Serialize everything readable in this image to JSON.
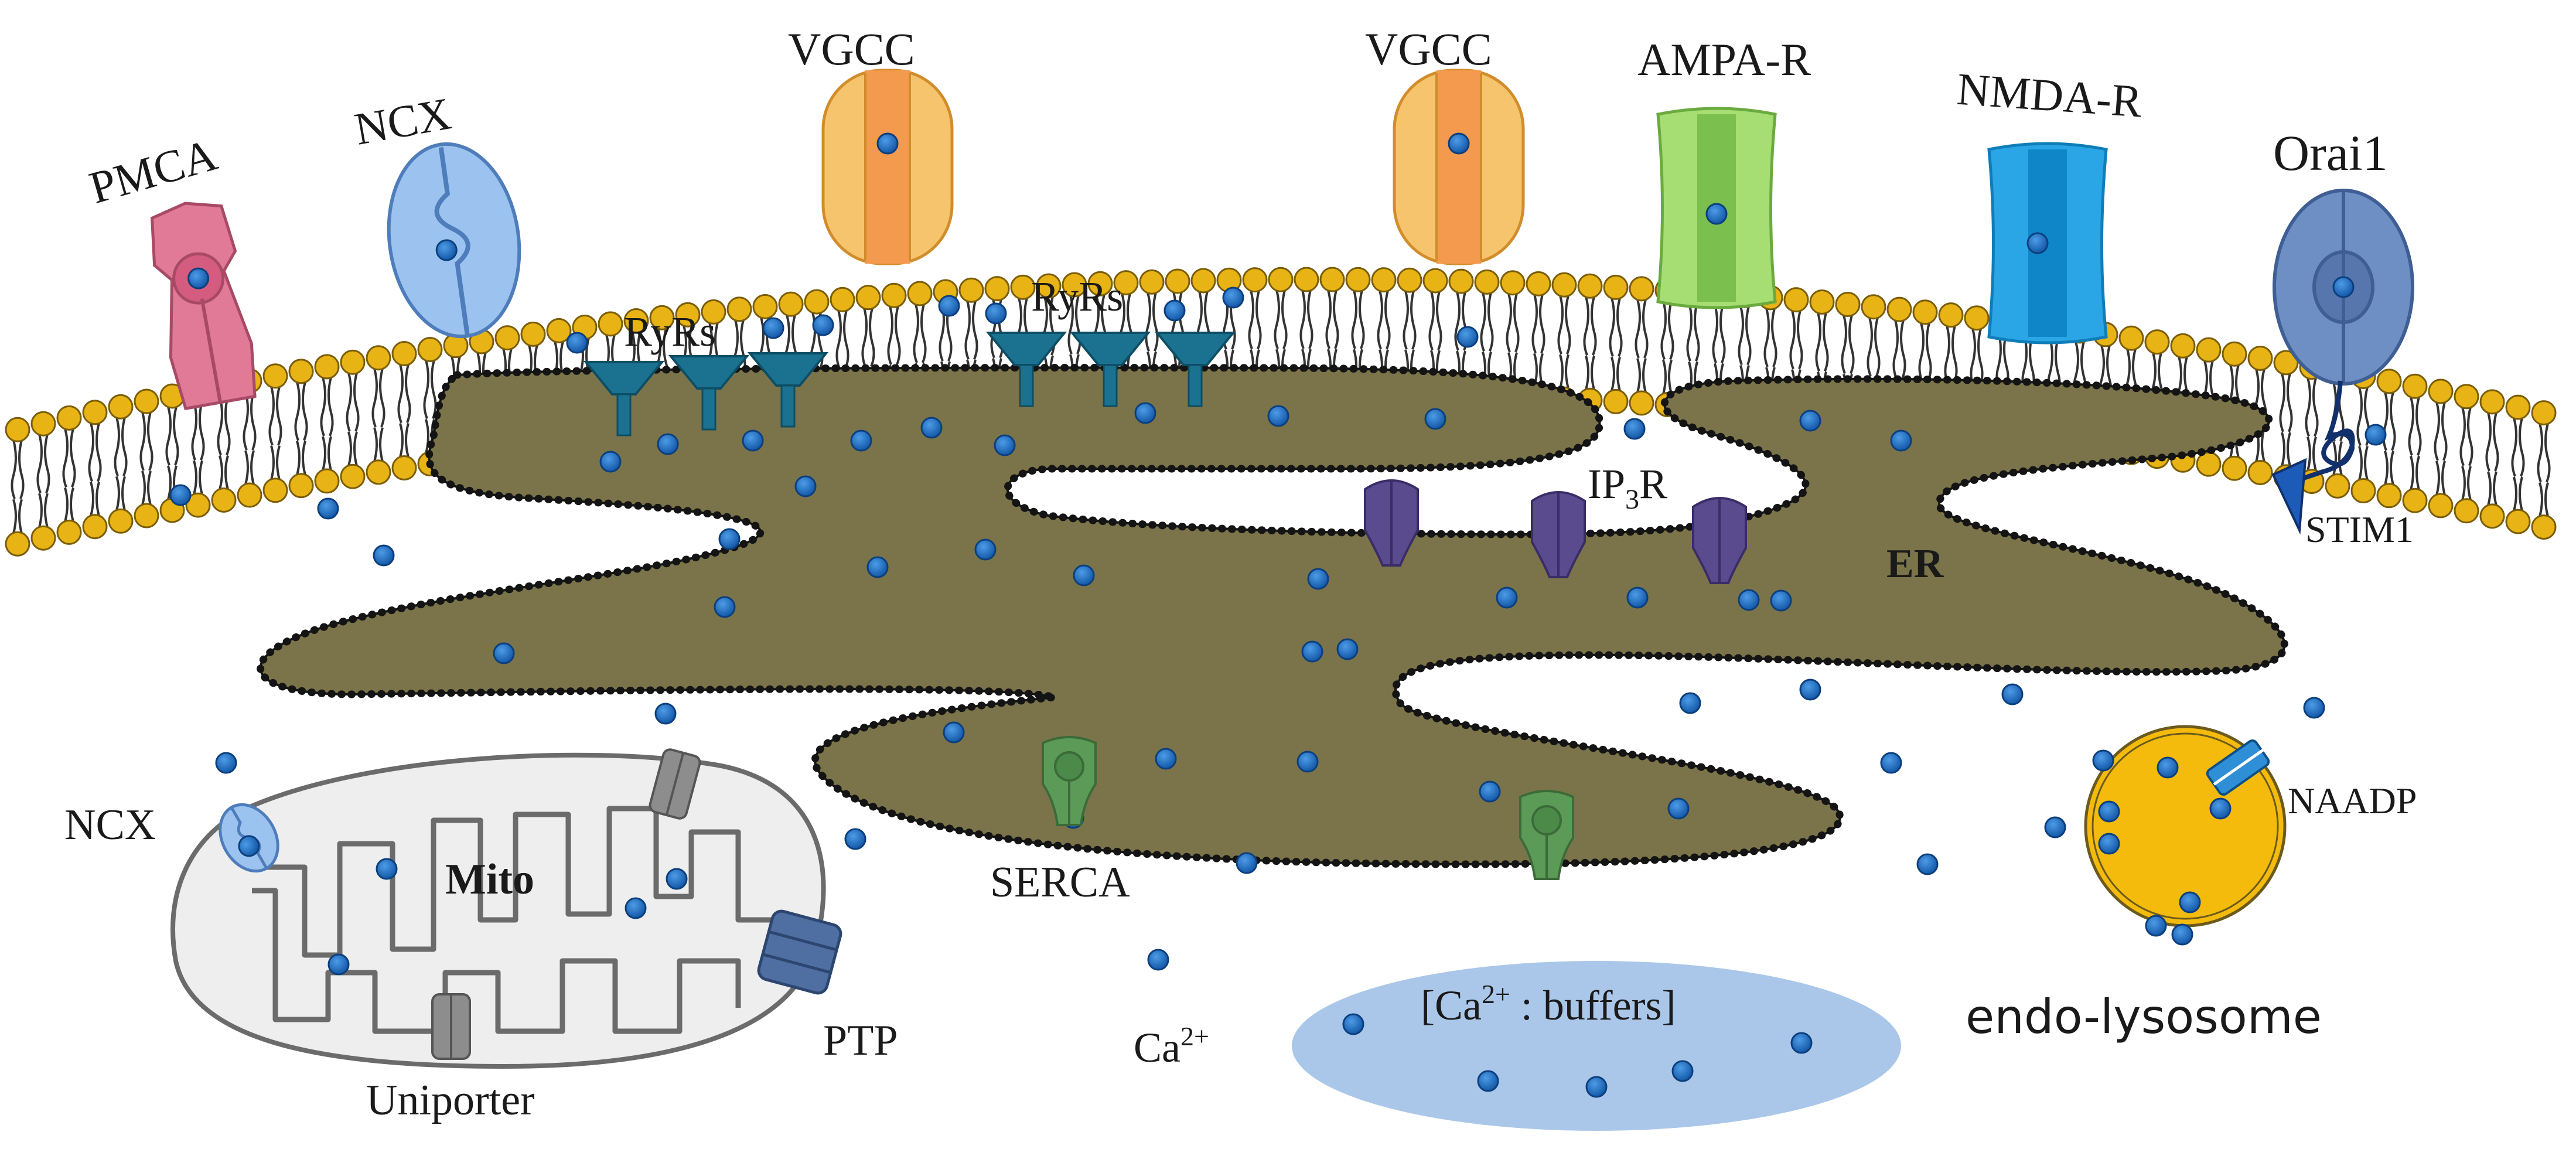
{
  "labels": {
    "pmca": "PMCA",
    "ncx_membrane": "NCX",
    "vgcc_1": "VGCC",
    "vgcc_2": "VGCC",
    "ampa": "AMPA-R",
    "nmda": "NMDA-R",
    "orai1": "Orai1",
    "ryrs_1": "RyRs",
    "ryrs_2": "RyRs",
    "ip3r_main": "IP",
    "ip3r_sub": "3",
    "ip3r_tail": "R",
    "stim1": "STIM1",
    "er": "ER",
    "mito": "Mito",
    "ncx_mito": "NCX",
    "uniporter": "Uniporter",
    "ptp": "PTP",
    "serca": "SERCA",
    "ca_main": "Ca",
    "ca_sup": "2+",
    "buffers_open": "[Ca",
    "buffers_sup": "2+",
    "buffers_close": " : buffers]",
    "naadp": "NAADP",
    "endolysosome": "endo-lysosome"
  },
  "colors": {
    "lipid_head": "#e8b314",
    "er_fill": "#7b744a",
    "calcium_ion": "#1f6fc9",
    "pmca": "#e07a96",
    "ncx": "#9cc3ef",
    "vgcc": "#f7c46e",
    "ampa": "#a7de74",
    "nmda": "#2aa6e6",
    "orai1": "#6e8fc4",
    "ryr": "#1a7290",
    "ip3r": "#5a4a8e",
    "serca": "#5c9a58",
    "mito_fill": "#eeeeee",
    "lysosome": "#f5bb0c",
    "buffer_pool": "#aac7ea"
  }
}
